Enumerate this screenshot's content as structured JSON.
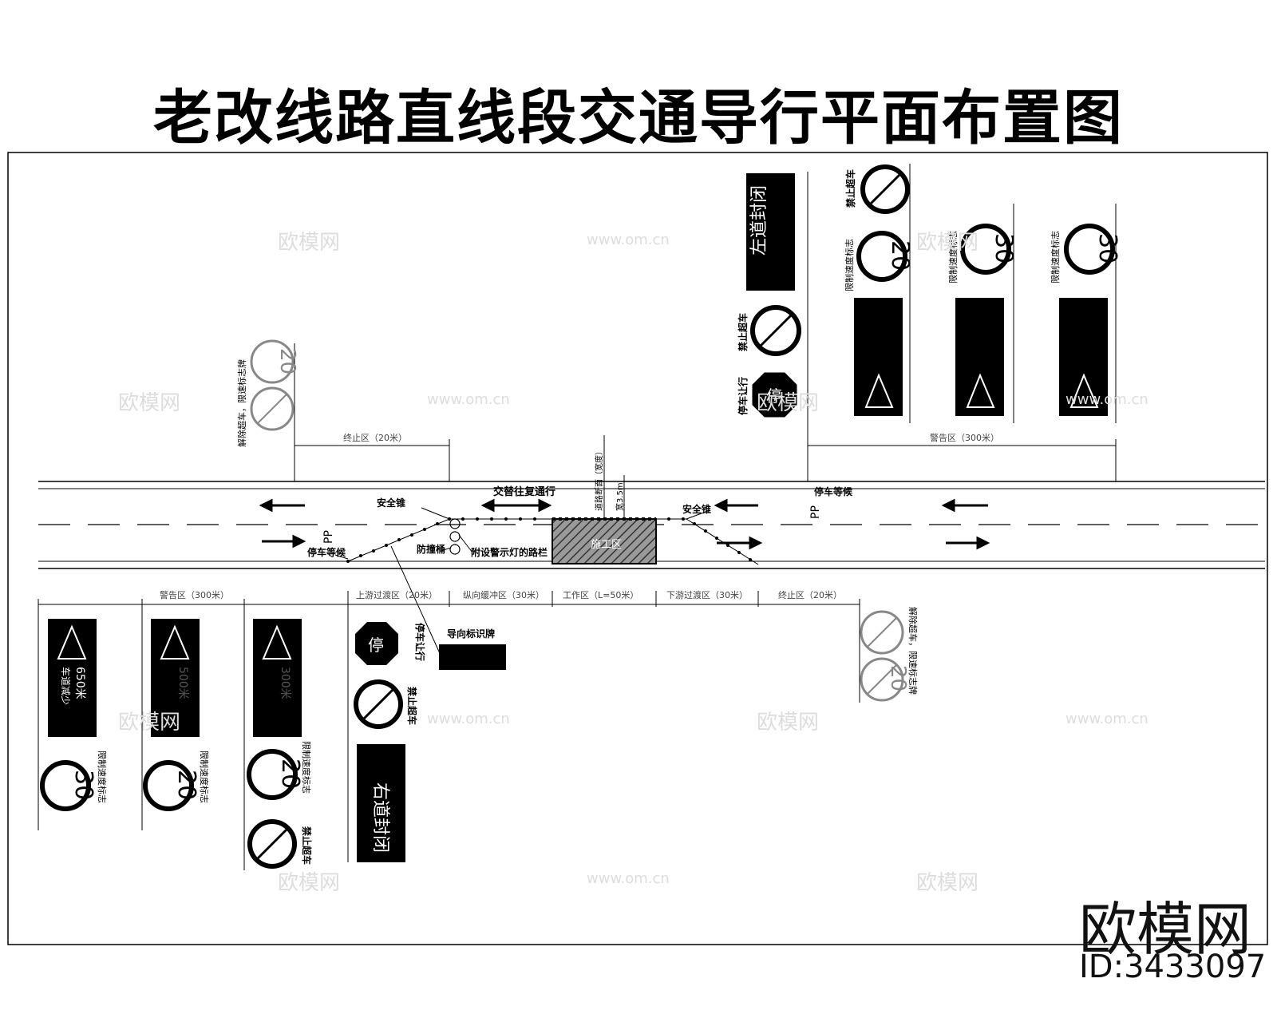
{
  "title": "老改线路直线段交通导行平面布置图",
  "watermark": {
    "brand": "欧模网",
    "url": "www.om.cn",
    "id": "ID:3433097"
  },
  "zones_bottom": {
    "warning": "警告区（300米）",
    "upstream_transition": "上游过渡区（20米）",
    "longitudinal_buffer": "纵向缓冲区（30米）",
    "work": "工作区（L=50米）",
    "downstream_transition": "下游过渡区（30米）",
    "termination": "终止区（20米）"
  },
  "zones_top": {
    "termination": "终止区（20米）",
    "warning": "警告区（300米）"
  },
  "road_labels": {
    "safety_cone_left": "安全锥",
    "safety_cone_right": "安全锥",
    "alternate": "交替往复通行",
    "bumper_barrel": "防撞桶",
    "barrier": "附设警示灯的路栏",
    "work_area": "施工区",
    "stop_wait_left": "停车等候",
    "stop_wait_right": "停车等候",
    "pp": "PP",
    "cross_section": "道路断面（宽度）",
    "width": "宽3.5m"
  },
  "signs": {
    "stop": "停",
    "stop_yield": "停车让行",
    "no_overtaking": "禁止超车",
    "lift_restriction": "解除超车，限速标志牌",
    "speed_limit_label": "限制速度标志",
    "guide_sign": "导向标识牌",
    "left_closed": "左道封闭",
    "right_closed": "右道封闭",
    "speed_30": "30",
    "speed_20": "20",
    "dist_650": "650米",
    "dist_500": "500米",
    "dist_300": "300米",
    "lane_reduce": "车道减少"
  }
}
